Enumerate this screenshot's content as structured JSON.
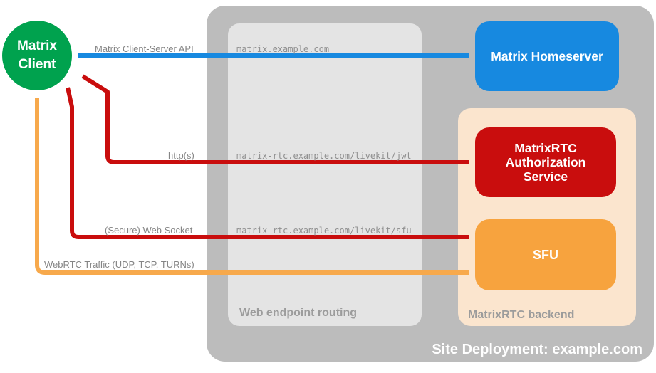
{
  "groups": {
    "deployment": {
      "label": "Site Deployment: example.com"
    },
    "routing": {
      "label": "Web endpoint routing"
    },
    "backend": {
      "label": "MatrixRTC backend"
    }
  },
  "nodes": {
    "client": {
      "label": "Matrix Client",
      "color": "#00A24E"
    },
    "homeserver": {
      "label": "Matrix Homeserver",
      "color": "#1789E0"
    },
    "auth": {
      "label": "MatrixRTC Authorization Service",
      "color": "#C90D0D"
    },
    "sfu": {
      "label": "SFU",
      "color": "#F7A33E"
    }
  },
  "connections": [
    {
      "label": "Matrix Client-Server API",
      "endpoint": "matrix.example.com",
      "from": "Matrix Client",
      "to": "Matrix Homeserver",
      "bidirectional": true,
      "color": "#1789E0"
    },
    {
      "label": "http(s)",
      "endpoint": "matrix-rtc.example.com/livekit/jwt",
      "from": "Matrix Client",
      "to": "MatrixRTC Authorization Service",
      "bidirectional": true,
      "color": "#C90D0D"
    },
    {
      "label": "(Secure) Web Socket",
      "endpoint": "matrix-rtc.example.com/livekit/sfu",
      "from": "Matrix Client",
      "to": "SFU",
      "bidirectional": true,
      "color": "#C90D0D"
    },
    {
      "label": "WebRTC Traffic (UDP, TCP, TURNs)",
      "endpoint": "",
      "from": "Matrix Client",
      "to": "SFU",
      "bidirectional": true,
      "color": "#F7A94C"
    }
  ],
  "colors": {
    "outer_box": "#BCBCBC",
    "routing_box": "#E4E4E4",
    "backend_box": "#FBE5CE",
    "line_label_text": "#858585",
    "endpoint_text": "#8F8F8F",
    "group_label_text": "#9C9C9C",
    "title_text": "#FFFFFF"
  }
}
